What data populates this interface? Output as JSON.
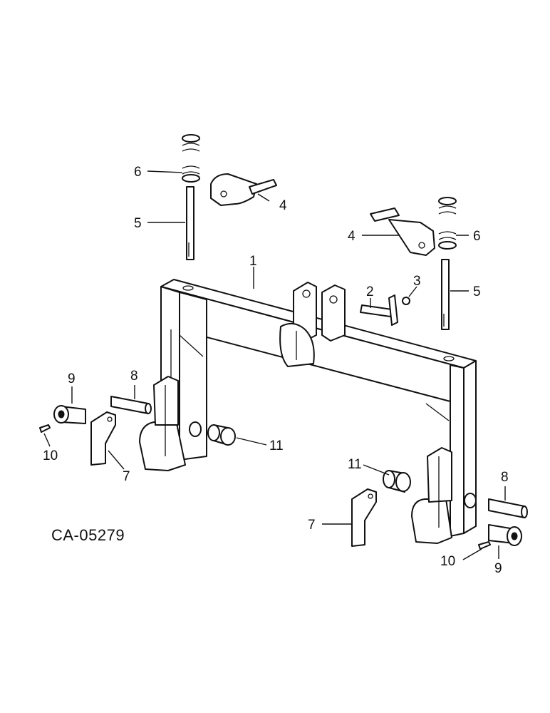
{
  "drawing_code": "CA-05279",
  "callouts": {
    "c1": "1",
    "c2": "2",
    "c3": "3",
    "c4_left": "4",
    "c4_right": "4",
    "c5_left": "5",
    "c5_right": "5",
    "c6_left": "6",
    "c6_right": "6",
    "c7_left": "7",
    "c7_right": "7",
    "c8_left": "8",
    "c8_right": "8",
    "c9_left": "9",
    "c9_right": "9",
    "c10_left": "10",
    "c10_right": "10",
    "c11_left": "11",
    "c11_right": "11"
  }
}
